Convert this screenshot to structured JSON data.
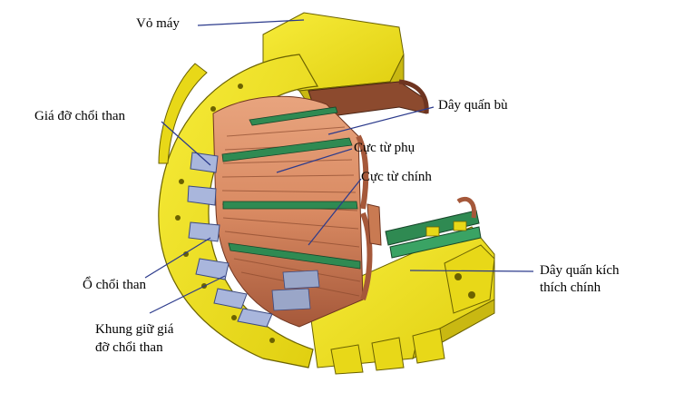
{
  "diagram": {
    "labels": {
      "vo_may": "Vỏ máy",
      "day_quan_bu": "Dây quấn bù",
      "gia_do_choi_than": "Giá đỡ chổi than",
      "cuc_tu_phu": "Cực từ phụ",
      "cuc_tu_chinh": "Cực từ chính",
      "o_choi_than": "Ổ chổi than",
      "khung_giu_line1": "Khung giữ giá",
      "khung_giu_line2": "đỡ chổi than",
      "day_quan_kich_line1": "Dây quấn kích",
      "day_quan_kich_line2": "thích chính"
    },
    "colors": {
      "frame_yellow": "#f2e21a",
      "frame_shadow": "#c9b812",
      "winding_copper": "#d98a62",
      "winding_dark": "#8c4a2e",
      "pole_green": "#2f8a52",
      "brush_holder": "#a9b6dc",
      "leader_line": "#2b3a8c"
    }
  }
}
